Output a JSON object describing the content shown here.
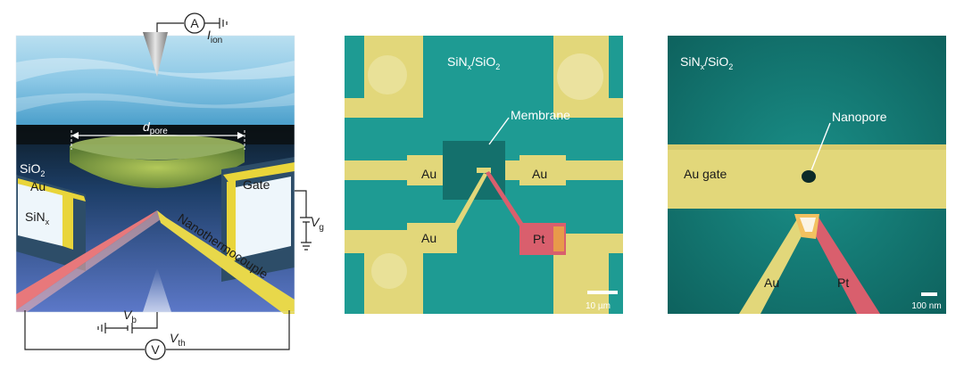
{
  "panel_a": {
    "ammeter_symbol": "A",
    "current_label": "I",
    "current_sub": "ion",
    "diameter_label": "d",
    "diameter_sub": "pore",
    "sio2_label": "SiO",
    "sio2_sub": "2",
    "au_label": "Au",
    "sinx_label": "SiN",
    "sinx_sub": "x",
    "gate_label": "Gate",
    "thermocouple_label": "Nanothermocouple",
    "vg_label": "V",
    "vg_sub": "g",
    "vb_label": "V",
    "vb_sub": "b",
    "voltmeter_symbol": "V",
    "vth_label": "V",
    "vth_sub": "th"
  },
  "panel_b": {
    "membrane_material": "SiN",
    "membrane_material_sub": "x",
    "membrane_material_suffix": "/SiO",
    "membrane_material_suffix_sub": "2",
    "membrane_label": "Membrane",
    "au_label": "Au",
    "pt_label": "Pt",
    "scale_bar_label": "10 µm"
  },
  "panel_c": {
    "membrane_material": "SiN",
    "membrane_material_sub": "x",
    "membrane_material_suffix": "/SiO",
    "membrane_material_suffix_sub": "2",
    "nanopore_label": "Nanopore",
    "gate_label": "Au gate",
    "au_label": "Au",
    "pt_label": "Pt",
    "scale_bar_label": "100 nm"
  },
  "colors": {
    "sem_background": "#1e9b93",
    "sem_background_dark": "#0d5f5b",
    "gold": "#e2d77a",
    "platinum": "#d95f6d",
    "schematic_gate": "#e8d84a",
    "schematic_thermocouple_pt": "#e8787b"
  }
}
